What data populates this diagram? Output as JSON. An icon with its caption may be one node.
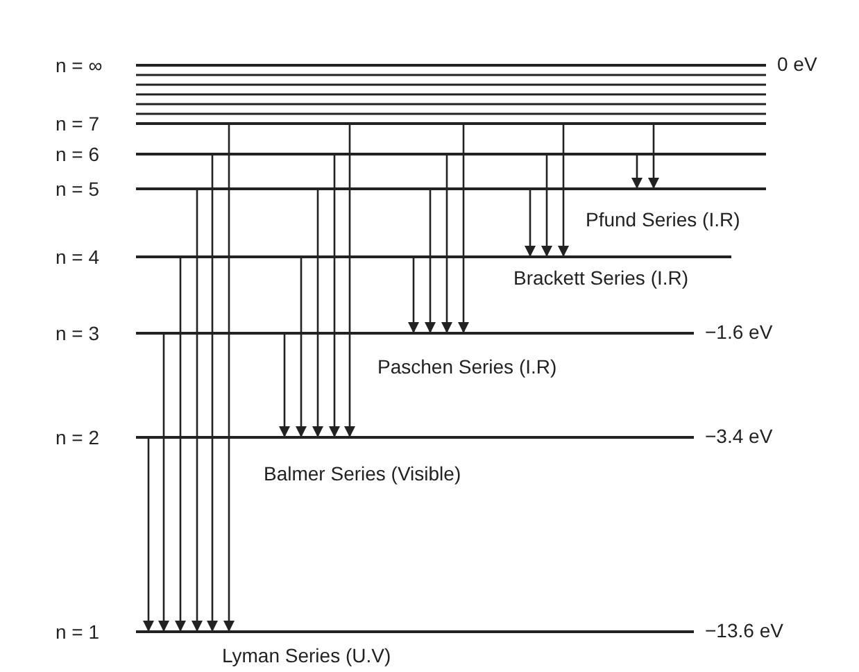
{
  "diagram": {
    "nodes": [
      {
        "text": [
          "n = ∞"
        ],
        "beside": [
          "0 eV"
        ]
      },
      {
        "text": [
          "n = 7"
        ]
      },
      {
        "text": [
          "n = 6"
        ]
      },
      {
        "text": [
          "n = 5"
        ]
      },
      {
        "text": [
          "n = 4"
        ]
      },
      {
        "text": [
          "n = 3"
        ],
        "beside": [
          "−1.6 eV"
        ]
      },
      {
        "text": [
          "n = 2"
        ],
        "beside": [
          "−3.4 eV"
        ]
      },
      {
        "text": [
          "n = 1"
        ],
        "beside": [
          "−13.6 eV"
        ]
      }
    ],
    "edges": [
      {
        "from": 6,
        "to": 7,
        "arrow": "to"
      },
      {
        "from": 5,
        "to": 7,
        "arrow": "to"
      },
      {
        "from": 4,
        "to": 7,
        "arrow": "to"
      },
      {
        "from": 3,
        "to": 7,
        "arrow": "to"
      },
      {
        "from": 2,
        "to": 7,
        "arrow": "to"
      },
      {
        "from": 1,
        "to": 7,
        "arrow": "to"
      },
      {
        "from": 5,
        "to": 6,
        "arrow": "to"
      },
      {
        "from": 4,
        "to": 6,
        "arrow": "to"
      },
      {
        "from": 3,
        "to": 6,
        "arrow": "to"
      },
      {
        "from": 2,
        "to": 6,
        "arrow": "to"
      },
      {
        "from": 1,
        "to": 6,
        "arrow": "to"
      },
      {
        "from": 4,
        "to": 5,
        "arrow": "to"
      },
      {
        "from": 3,
        "to": 5,
        "arrow": "to"
      },
      {
        "from": 2,
        "to": 5,
        "arrow": "to"
      },
      {
        "from": 1,
        "to": 5,
        "arrow": "to"
      },
      {
        "from": 3,
        "to": 4,
        "arrow": "to"
      },
      {
        "from": 2,
        "to": 4,
        "arrow": "to"
      },
      {
        "from": 1,
        "to": 4,
        "arrow": "to"
      },
      {
        "from": 2,
        "to": 3,
        "arrow": "to"
      },
      {
        "from": 1,
        "to": 3,
        "arrow": "to"
      }
    ],
    "labels": [
      "Pfund Series (I.R)",
      "Brackett Series (I.R)",
      "Paschen Series (I.R)",
      "Balmer Series (Visible)",
      "Lyman Series (U.V)"
    ]
  }
}
